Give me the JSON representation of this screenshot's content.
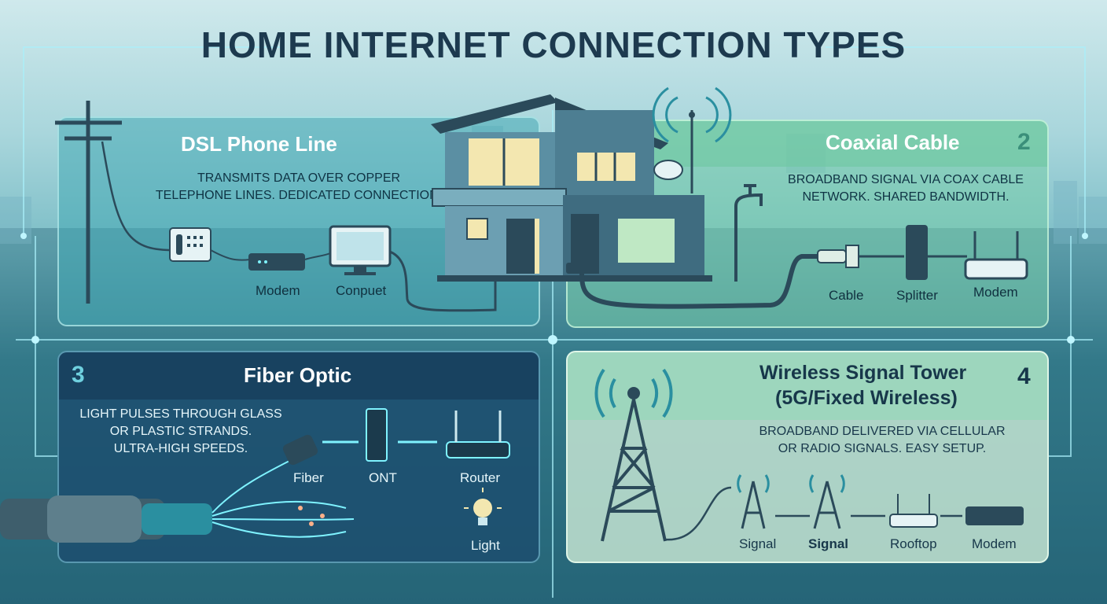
{
  "title": "HOME INTERNET CONNECTION TYPES",
  "panels": {
    "dsl": {
      "heading": "DSL Phone Line",
      "desc_line1": "TRANSMITS DATA OVER COPPER",
      "desc_line2": "TELEPHONE LINES. DEDICATED CONNECTION.",
      "labels": {
        "modem": "Modem",
        "computer": "Conpuet"
      }
    },
    "coax": {
      "number": "2",
      "heading": "Coaxial Cable",
      "desc_line1": "BROADBAND SIGNAL VIA COAX CABLE",
      "desc_line2": "NETWORK. SHARED BANDWIDTH.",
      "labels": {
        "cable": "Cable",
        "splitter": "Splitter",
        "modem": "Modem"
      }
    },
    "fiber": {
      "number": "3",
      "heading": "Fiber Optic",
      "desc_line1": "LIGHT PULSES THROUGH GLASS",
      "desc_line2": "OR PLASTIC STRANDS.",
      "desc_line3": "ULTRA-HIGH SPEEDS.",
      "labels": {
        "fiber": "Fiber",
        "ont": "ONT",
        "router": "Router",
        "light": "Light"
      }
    },
    "wireless": {
      "number": "4",
      "heading_line1": "Wireless Signal Tower",
      "heading_line2": "(5G/Fixed Wireless)",
      "desc_line1": "BROADBAND DELIVERED VIA CELLULAR",
      "desc_line2": "OR RADIO SIGNALS. EASY SETUP.",
      "labels": {
        "signal1": "Signal",
        "signal2": "Signal",
        "rooftop": "Rooftop",
        "modem": "Modem"
      }
    }
  },
  "colors": {
    "dark_text": "#1d3a4f",
    "light_text": "#ffffff",
    "accent_glow": "#7ff3ff",
    "teal": "#2a8fa0"
  },
  "icons": [
    "utility-pole-icon",
    "telephone-icon",
    "modem-icon",
    "computer-icon",
    "house-icon",
    "faucet-icon",
    "coax-cable-icon",
    "splitter-icon",
    "fiber-bundle-icon",
    "ont-icon",
    "router-icon",
    "lightbulb-icon",
    "cell-tower-icon",
    "signal-antenna-icon"
  ]
}
